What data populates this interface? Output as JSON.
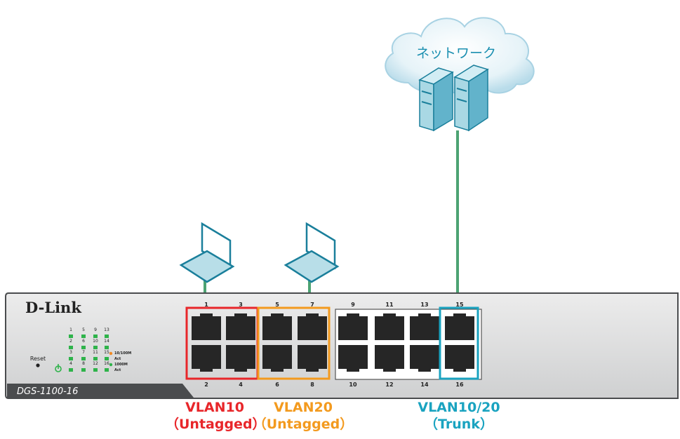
{
  "network": {
    "cloud_label": "ネットワーク"
  },
  "switch": {
    "brand": "D-Link",
    "model": "DGS-1100-16",
    "reset_label": "Reset",
    "led_numbers": [
      "1",
      "5",
      "9",
      "13",
      "2",
      "6",
      "10",
      "14",
      "3",
      "7",
      "11",
      "15",
      "4",
      "8",
      "12",
      "16"
    ],
    "legend": [
      "10/100M",
      "Act",
      "1000M",
      "Act"
    ],
    "ports_top": [
      "1",
      "3",
      "5",
      "7",
      "9",
      "11",
      "13",
      "15"
    ],
    "ports_bottom": [
      "2",
      "4",
      "6",
      "8",
      "10",
      "12",
      "14",
      "16"
    ]
  },
  "vlans": [
    {
      "name": "VLAN10",
      "mode": "（Untagged）",
      "color": "#e8262a"
    },
    {
      "name": "VLAN20",
      "mode": "（Untagged）",
      "color": "#f39a1e"
    },
    {
      "name": "VLAN10/20",
      "mode": "（Trunk）",
      "color": "#1aa3c0"
    }
  ],
  "colors": {
    "link": "#4da373",
    "device_fill": "#b8dee8",
    "device_stroke": "#1a7f9b",
    "switch_body": "#d9dadb",
    "switch_edge": "#4a4c4e",
    "led_green": "#2eb34a"
  }
}
